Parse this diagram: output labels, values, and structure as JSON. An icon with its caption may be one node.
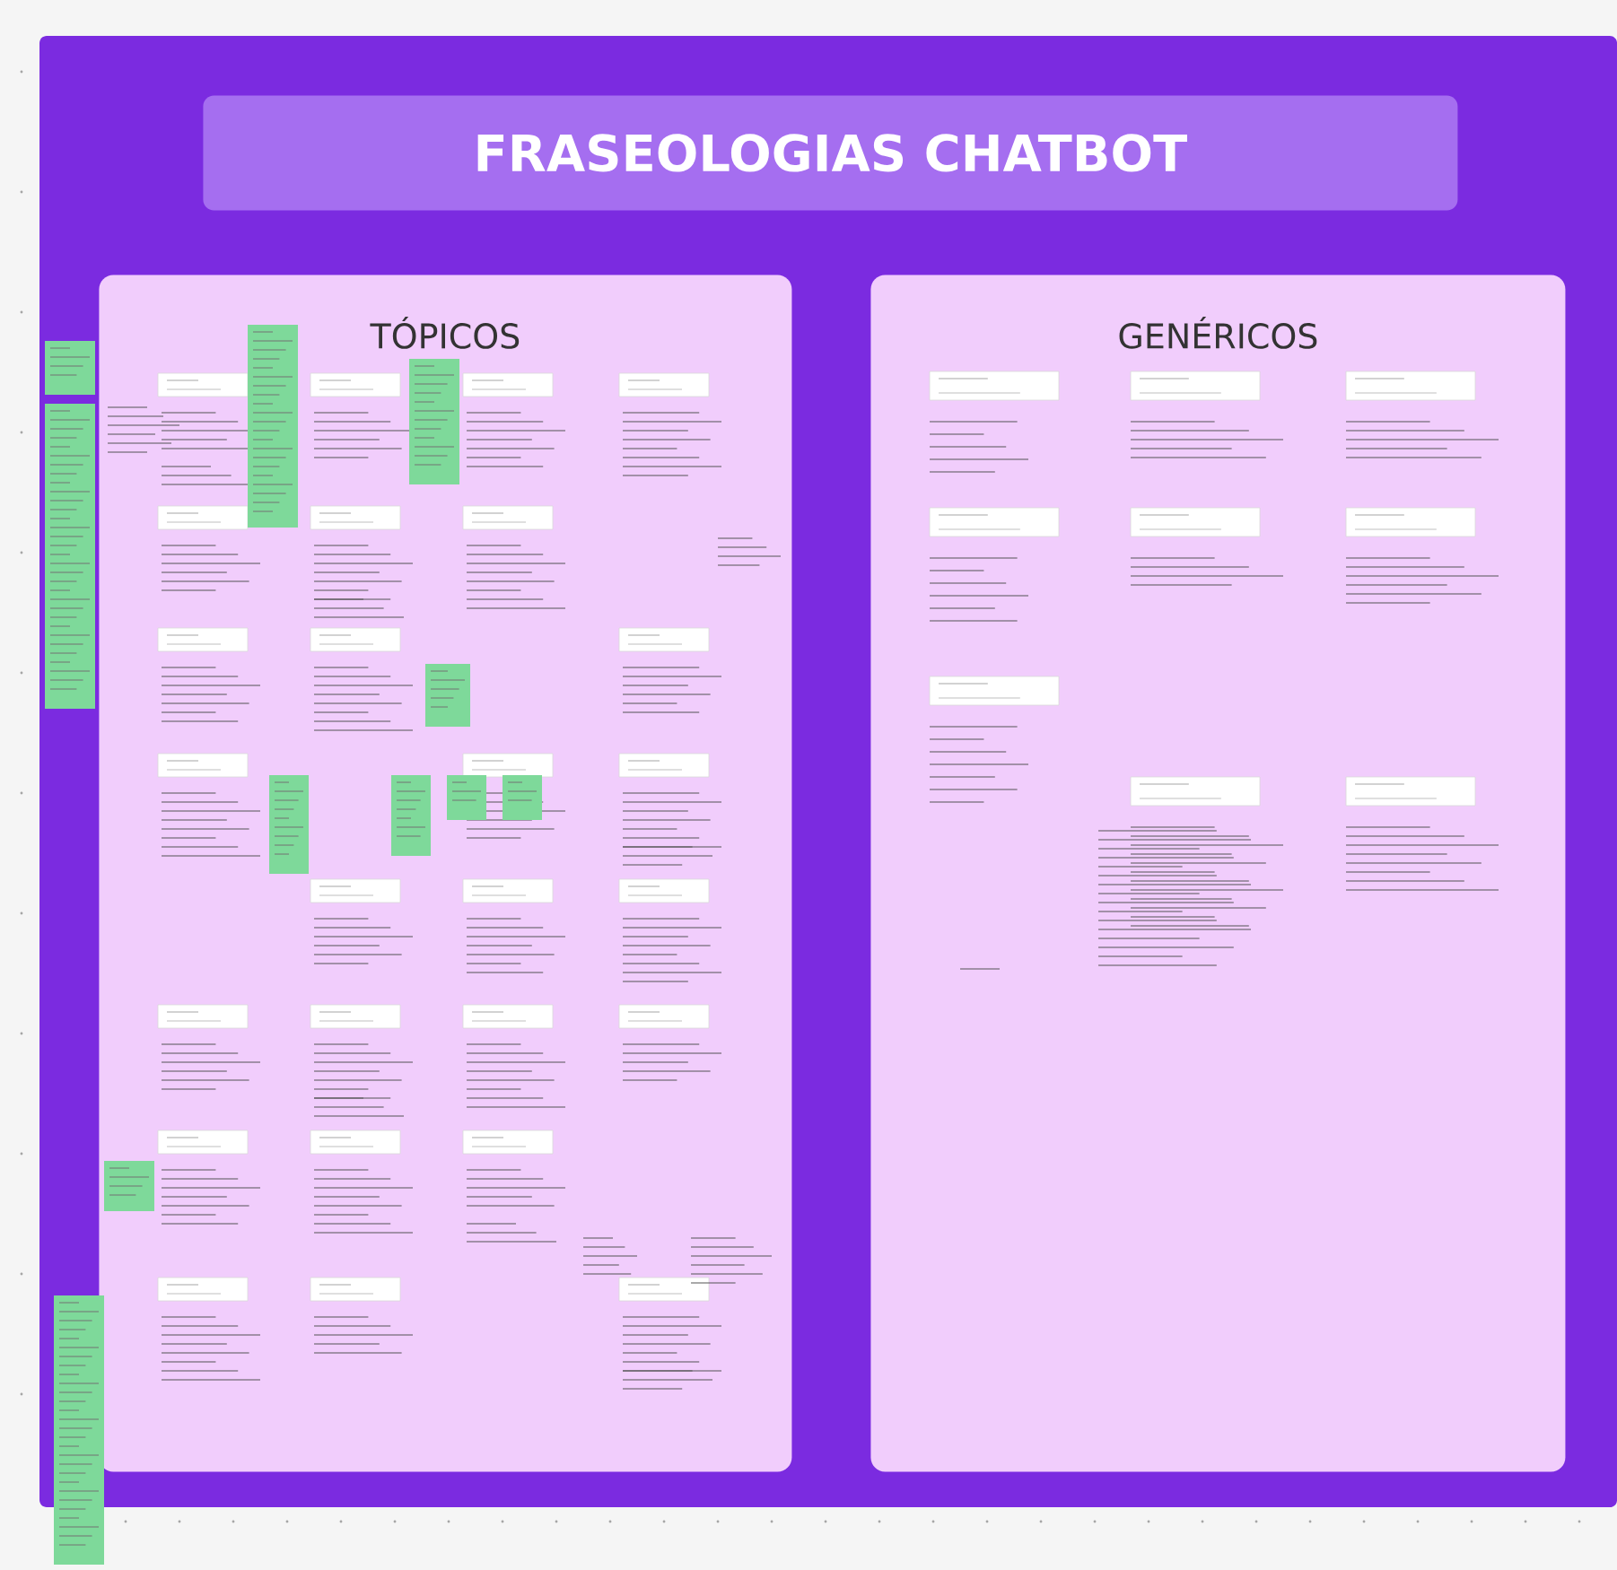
{
  "diagram": {
    "nodes": [
      {
        "text": [
          "FRASEOLOGIAS CHATBOT"
        ]
      },
      {
        "text": [
          "TÓPICOS"
        ]
      },
      {
        "text": [
          "GENÉRICOS"
        ]
      }
    ]
  }
}
